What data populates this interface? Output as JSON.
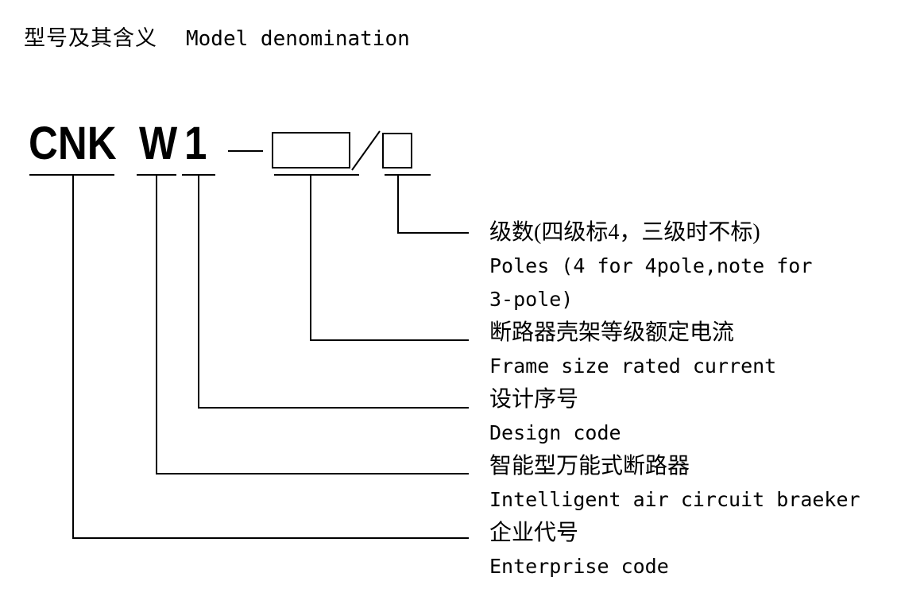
{
  "heading": {
    "cn": "型号及其含义",
    "en": "Model denomination"
  },
  "model_code": {
    "enterprise": "CNK",
    "product": "W",
    "design": "1",
    "separator_dash": "—",
    "frame_box": "",
    "slash": "/",
    "pole_box": ""
  },
  "annotations": [
    {
      "cn": "级数(四级标4，三级时不标)",
      "en_line1": "Poles (4 for 4pole,note for",
      "en_line2": "3-pole)"
    },
    {
      "cn": "断路器壳架等级额定电流",
      "en_line1": "Frame size rated current"
    },
    {
      "cn": "设计序号",
      "en_line1": "Design code"
    },
    {
      "cn": "智能型万能式断路器",
      "en_line1": "Intelligent air circuit braeker"
    },
    {
      "cn": "企业代号",
      "en_line1": "Enterprise code"
    }
  ]
}
